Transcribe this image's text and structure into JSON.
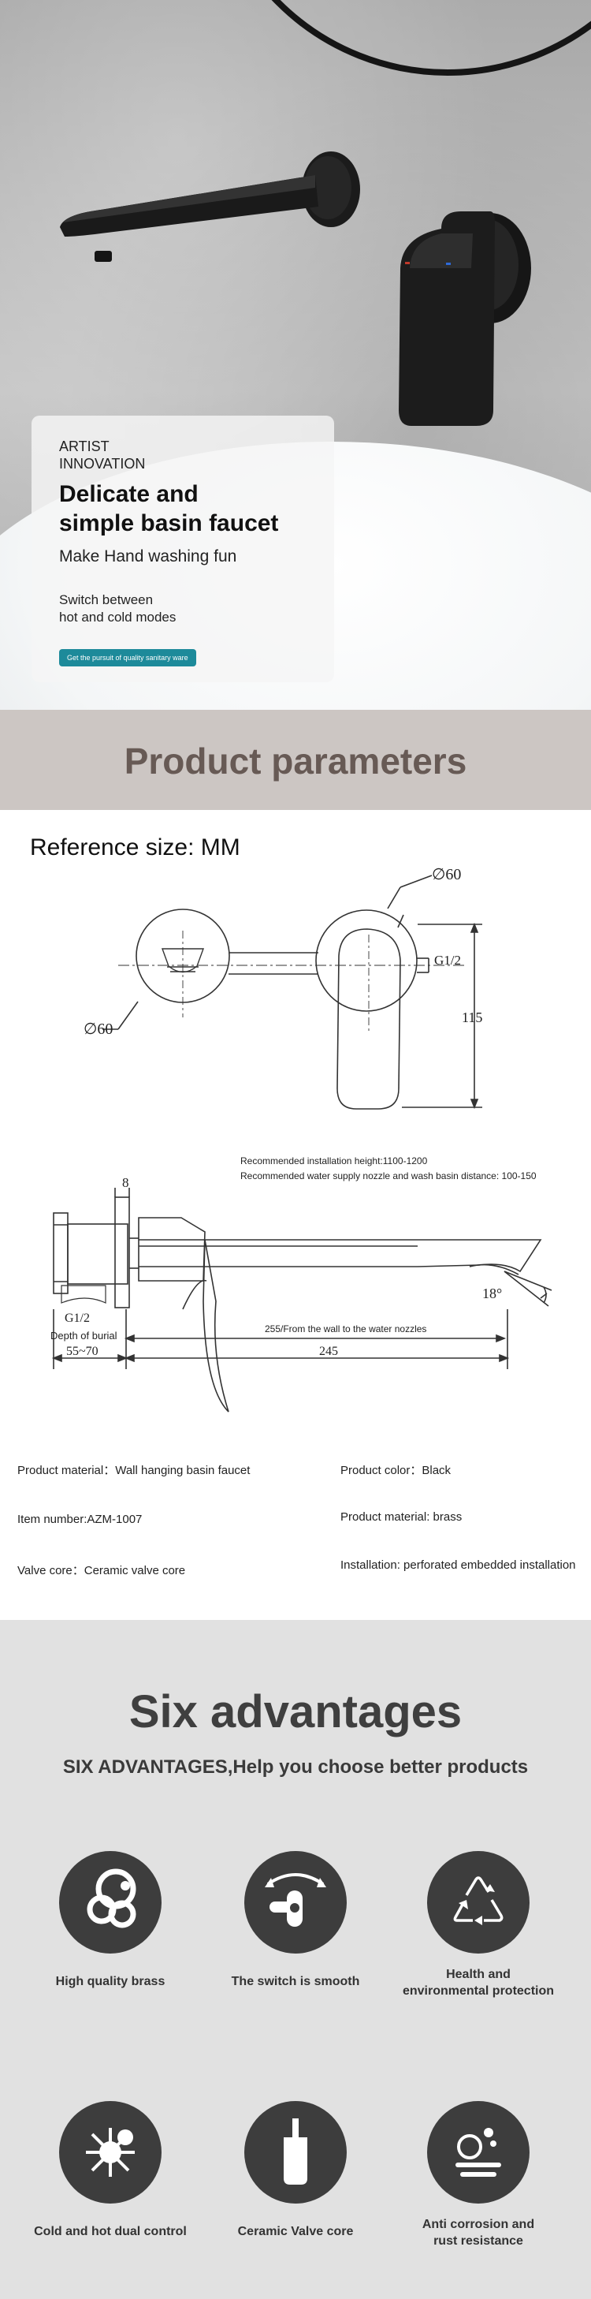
{
  "hero": {
    "eyebrow": "ARTIST\nINNOVATION",
    "title": "Delicate and\nsimple basin faucet",
    "subtitle": "Make Hand washing fun",
    "description": "Switch between\nhot and cold modes",
    "tag": "Get the pursuit of quality sanitary ware"
  },
  "parameters": {
    "title": "Product parameters",
    "reference": "Reference size: MM"
  },
  "drawing": {
    "dia_top": "∅60",
    "thread_top": "G1/2",
    "height": "115",
    "dia_left": "∅60",
    "note1": "Recommended installation height:1100-1200",
    "note2": "Recommended water supply nozzle and wash basin distance:  100-150",
    "thickness": "8",
    "thread_side": "G1/2",
    "depth_label": "Depth of burial",
    "depth_range": "55~70",
    "length": "245",
    "wall_note": "255/From the wall to the water nozzles",
    "angle": "18°"
  },
  "specs": {
    "material_left": "Product material：Wall hanging basin faucet",
    "color": "Product color：Black",
    "item_number": "Item number:AZM-1007",
    "material_right": "Product material: brass",
    "valve_core": "Valve core：Ceramic valve core",
    "installation": "Installation: perforated embedded installation"
  },
  "advantages": {
    "title": "Six advantages",
    "subtitle": "SIX ADVANTAGES,Help you choose better products",
    "items": [
      {
        "label": "High quality brass",
        "icon": "brass-circles-icon"
      },
      {
        "label": "The switch is smooth",
        "icon": "switch-lever-icon"
      },
      {
        "label": "Health and\nenvironmental protection",
        "icon": "recycle-icon"
      },
      {
        "label": "Cold and hot dual control",
        "icon": "snow-sun-icon"
      },
      {
        "label": "Ceramic Valve core",
        "icon": "valve-core-icon"
      },
      {
        "label": "Anti corrosion and\nrust resistance",
        "icon": "water-drop-icon"
      }
    ]
  },
  "colors": {
    "accent_teal": "#1d8a9a",
    "banner_bg": "#ccc6c3",
    "banner_text": "#675a55",
    "advantages_bg": "#e1e1e1",
    "icon_circle": "#3d3d3d"
  }
}
